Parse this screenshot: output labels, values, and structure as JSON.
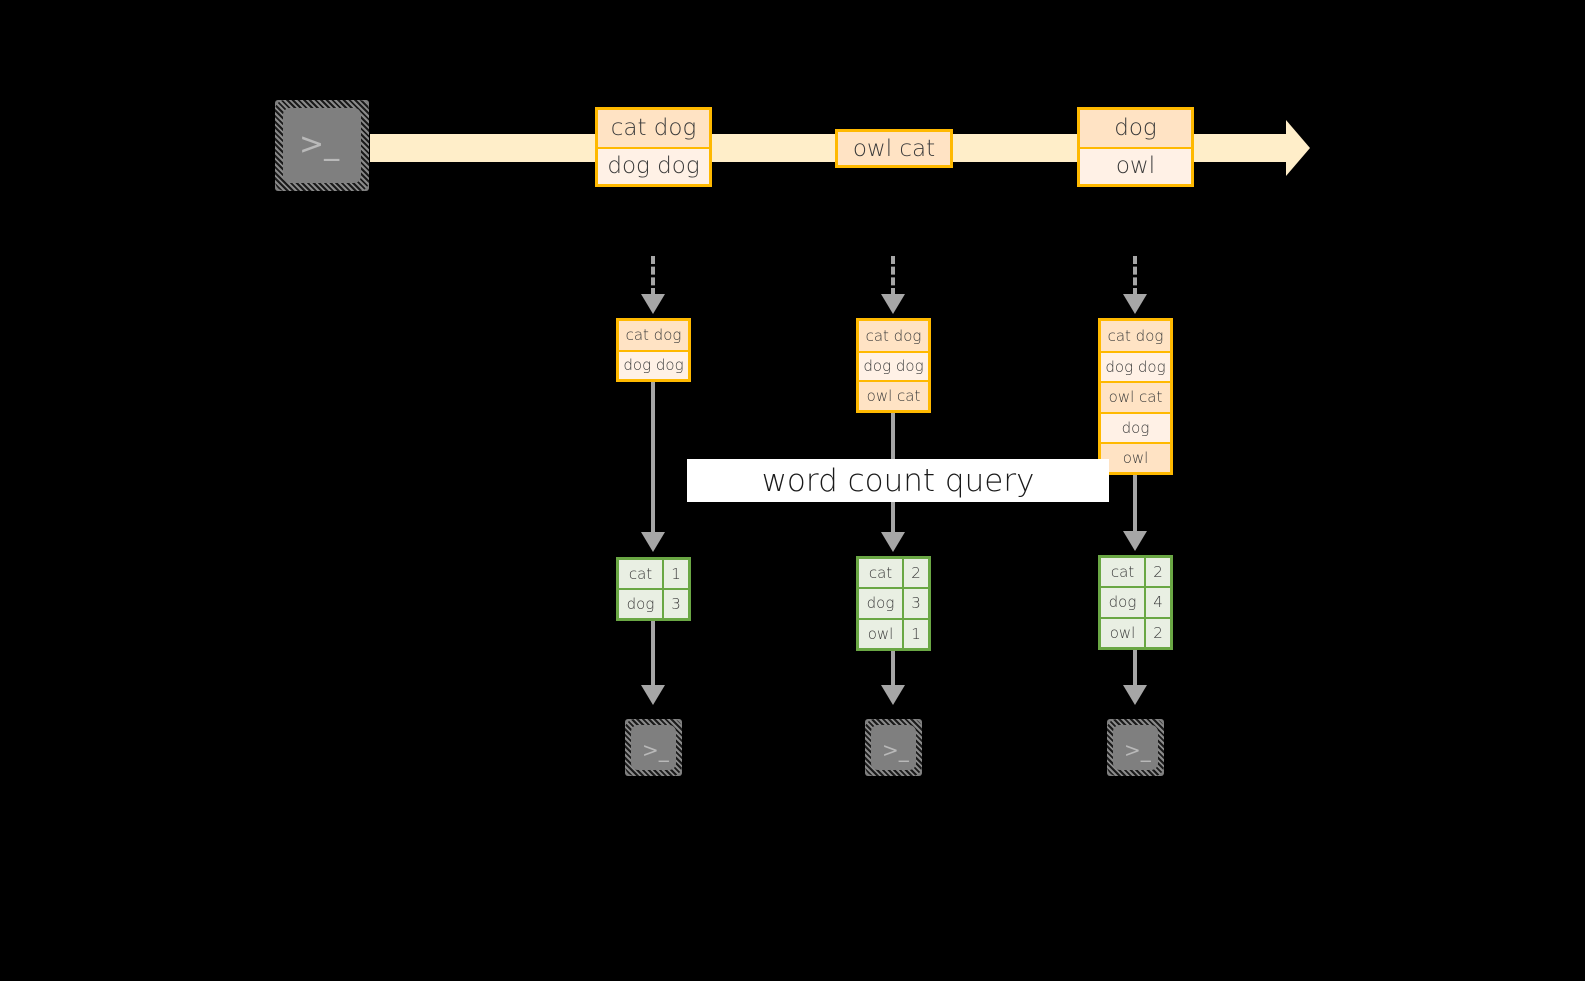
{
  "diagram": {
    "title": "word count query streaming diagram",
    "colors": {
      "background": "#000000",
      "stream_band": "#ffeec9",
      "record_border": "#ffb900",
      "record_fill_dark": "#ffe3c4",
      "record_fill_light": "#fff1e6",
      "result_border": "#6aa744",
      "result_fill": "#e9efe3",
      "connector": "#a6a6a6",
      "terminal_fill": "#7f7f7f",
      "label_bg": "#ffffff",
      "text": "#3b3b3b"
    }
  },
  "source_terminal": {
    "icon": "terminal-icon",
    "prompt": ">_"
  },
  "stream": {
    "groups": [
      {
        "name": "stream-group-1",
        "rows": [
          {
            "text": "cat dog",
            "fill": "dark"
          },
          {
            "text": "dog dog",
            "fill": "light"
          }
        ]
      },
      {
        "name": "stream-group-2",
        "rows": [
          {
            "text": "owl cat",
            "fill": "dark"
          }
        ]
      },
      {
        "name": "stream-group-3",
        "rows": [
          {
            "text": "dog",
            "fill": "dark"
          },
          {
            "text": "owl",
            "fill": "light"
          }
        ]
      }
    ]
  },
  "query": {
    "label": "word count query"
  },
  "snapshots": [
    {
      "name": "snapshot-1",
      "buffer": [
        "cat dog",
        "dog dog"
      ],
      "result": {
        "rows": [
          {
            "word": "cat",
            "count": "1"
          },
          {
            "word": "dog",
            "count": "3"
          }
        ]
      },
      "sink": {
        "icon": "terminal-icon",
        "prompt": ">_"
      }
    },
    {
      "name": "snapshot-2",
      "buffer": [
        "cat dog",
        "dog dog",
        "owl cat"
      ],
      "result": {
        "rows": [
          {
            "word": "cat",
            "count": "2"
          },
          {
            "word": "dog",
            "count": "3"
          },
          {
            "word": "owl",
            "count": "1"
          }
        ]
      },
      "sink": {
        "icon": "terminal-icon",
        "prompt": ">_"
      }
    },
    {
      "name": "snapshot-3",
      "buffer": [
        "cat dog",
        "dog dog",
        "owl cat",
        "dog",
        "owl"
      ],
      "result": {
        "rows": [
          {
            "word": "cat",
            "count": "2"
          },
          {
            "word": "dog",
            "count": "4"
          },
          {
            "word": "owl",
            "count": "2"
          }
        ]
      },
      "sink": {
        "icon": "terminal-icon",
        "prompt": ">_"
      }
    }
  ]
}
